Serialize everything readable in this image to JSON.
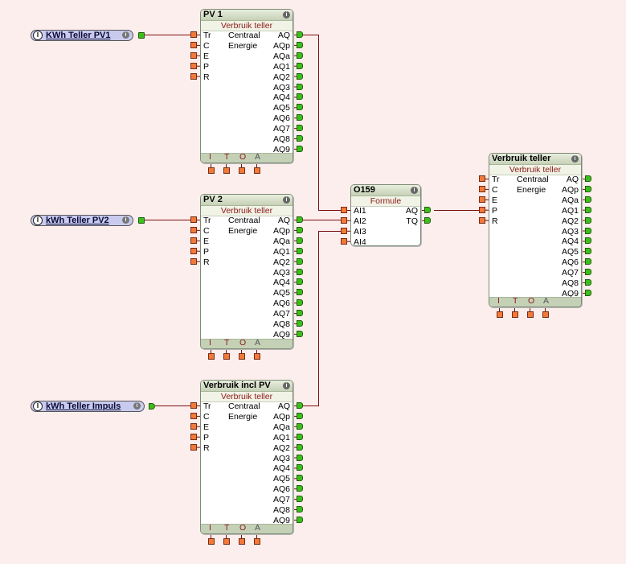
{
  "canvas": {
    "background": "#fdeeee",
    "wire_color": "#7a0e0e",
    "input_port_color": "#f07a3a",
    "output_port_color": "#3cbf1c"
  },
  "inputs": [
    {
      "id": "in1",
      "label": "KWh Teller PV1",
      "badge": "I",
      "info": "i"
    },
    {
      "id": "in2",
      "label": "kWh Teller PV2",
      "badge": "I",
      "info": "i"
    },
    {
      "id": "in3",
      "label": "kWh Teller Impuls",
      "badge": "I",
      "info": "i"
    }
  ],
  "blocks": [
    {
      "id": "pv1",
      "title": "PV 1",
      "subtitle": "Verbruik teller",
      "info": "i",
      "inputs": [
        "Tr",
        "C",
        "E",
        "P",
        "R"
      ],
      "center": [
        "Centraal",
        "Energie"
      ],
      "outputs": [
        "AQ",
        "AQp",
        "AQa",
        "AQ1",
        "AQ2",
        "AQ3",
        "AQ4",
        "AQ5",
        "AQ6",
        "AQ7",
        "AQ8",
        "AQ9"
      ],
      "footer": [
        "I",
        "T",
        "O",
        "A"
      ]
    },
    {
      "id": "pv2",
      "title": "PV 2",
      "subtitle": "Verbruik teller",
      "info": "i",
      "inputs": [
        "Tr",
        "C",
        "E",
        "P",
        "R"
      ],
      "center": [
        "Centraal",
        "Energie"
      ],
      "outputs": [
        "AQ",
        "AQp",
        "AQa",
        "AQ1",
        "AQ2",
        "AQ3",
        "AQ4",
        "AQ5",
        "AQ6",
        "AQ7",
        "AQ8",
        "AQ9"
      ],
      "footer": [
        "I",
        "T",
        "O",
        "A"
      ]
    },
    {
      "id": "incl",
      "title": "Verbruik incl PV",
      "subtitle": "Verbruik teller",
      "info": "i",
      "inputs": [
        "Tr",
        "C",
        "E",
        "P",
        "R"
      ],
      "center": [
        "Centraal",
        "Energie"
      ],
      "outputs": [
        "AQ",
        "AQp",
        "AQa",
        "AQ1",
        "AQ2",
        "AQ3",
        "AQ4",
        "AQ5",
        "AQ6",
        "AQ7",
        "AQ8",
        "AQ9"
      ],
      "footer": [
        "I",
        "T",
        "O",
        "A"
      ]
    },
    {
      "id": "o159",
      "title": "O159",
      "subtitle": "Formule",
      "info": "i",
      "inputs": [
        "AI1",
        "AI2",
        "AI3",
        "AI4"
      ],
      "center": [],
      "outputs": [
        "AQ",
        "TQ"
      ],
      "footer": []
    },
    {
      "id": "vt",
      "title": "Verbruik teller",
      "subtitle": "Verbruik teller",
      "info": "i",
      "inputs": [
        "Tr",
        "C",
        "E",
        "P",
        "R"
      ],
      "center": [
        "Centraal",
        "Energie"
      ],
      "outputs": [
        "AQ",
        "AQp",
        "AQa",
        "AQ1",
        "AQ2",
        "AQ3",
        "AQ4",
        "AQ5",
        "AQ6",
        "AQ7",
        "AQ8",
        "AQ9"
      ],
      "footer": [
        "I",
        "T",
        "O",
        "A"
      ]
    }
  ],
  "connections": [
    {
      "from": "KWh Teller PV1",
      "to": "PV 1.Tr"
    },
    {
      "from": "kWh Teller PV2",
      "to": "PV 2.Tr"
    },
    {
      "from": "kWh Teller Impuls",
      "to": "Verbruik incl PV.Tr"
    },
    {
      "from": "PV 1.AQ",
      "to": "O159.AI1"
    },
    {
      "from": "PV 2.AQ",
      "to": "O159.AI2"
    },
    {
      "from": "Verbruik incl PV.AQ",
      "to": "O159.AI3"
    },
    {
      "from": "O159.AQ",
      "to": "Verbruik teller.P"
    }
  ]
}
